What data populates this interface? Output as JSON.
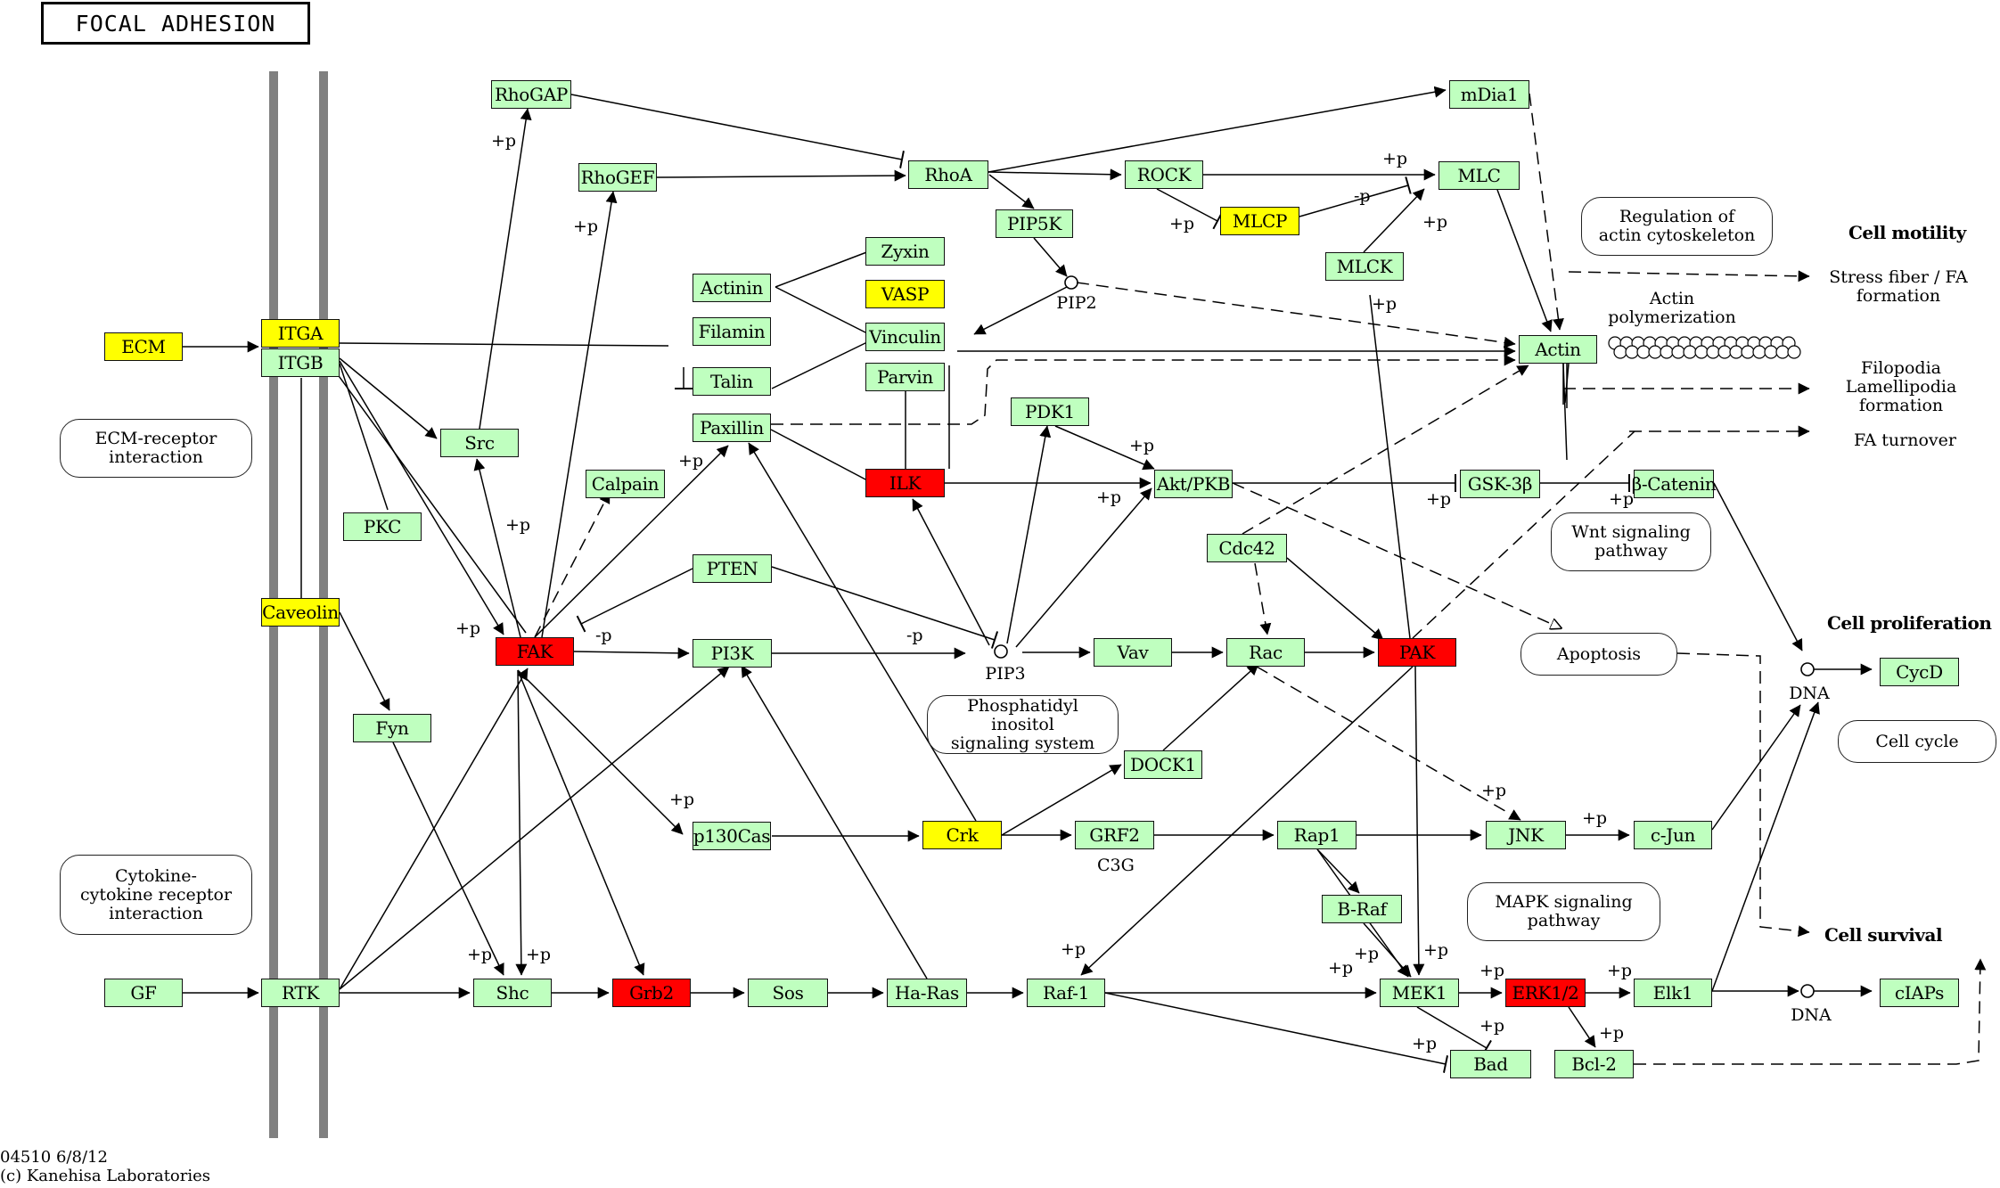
{
  "title": "FOCAL ADHESION",
  "footer": {
    "id_date": "04510 6/8/12",
    "copyright": "(c) Kanehisa Laboratories"
  },
  "colors": {
    "normal": "#bfffbf",
    "yellow": "#ffff00",
    "red": "#ff0000",
    "membrane": "#808080"
  },
  "genes": {
    "RhoGAP": {
      "text": "RhoGAP",
      "color": "green"
    },
    "RhoGEF": {
      "text": "RhoGEF",
      "color": "green"
    },
    "RhoA": {
      "text": "RhoA",
      "color": "green"
    },
    "ROCK": {
      "text": "ROCK",
      "color": "green"
    },
    "mDia1": {
      "text": "mDia1",
      "color": "green"
    },
    "MLC": {
      "text": "MLC",
      "color": "green"
    },
    "MLCP": {
      "text": "MLCP",
      "color": "yellow"
    },
    "MLCK": {
      "text": "MLCK",
      "color": "green"
    },
    "PIP5K": {
      "text": "PIP5K",
      "color": "green"
    },
    "Zyxin": {
      "text": "Zyxin",
      "color": "green"
    },
    "VASP": {
      "text": "VASP",
      "color": "yellow"
    },
    "Actinin": {
      "text": "Actinin",
      "color": "green"
    },
    "Filamin": {
      "text": "Filamin",
      "color": "green"
    },
    "Vinculin": {
      "text": "Vinculin",
      "color": "green"
    },
    "Talin": {
      "text": "Talin",
      "color": "green"
    },
    "Parvin": {
      "text": "Parvin",
      "color": "green"
    },
    "Paxillin": {
      "text": "Paxillin",
      "color": "green"
    },
    "ECM": {
      "text": "ECM",
      "color": "yellow"
    },
    "ITGA": {
      "text": "ITGA",
      "color": "yellow"
    },
    "ITGB": {
      "text": "ITGB",
      "color": "green"
    },
    "Src": {
      "text": "Src",
      "color": "green"
    },
    "Calpain": {
      "text": "Calpain",
      "color": "green"
    },
    "PKC": {
      "text": "PKC",
      "color": "green"
    },
    "ILK": {
      "text": "ILK",
      "color": "red"
    },
    "PDK1": {
      "text": "PDK1",
      "color": "green"
    },
    "AktPKB": {
      "text": "Akt/PKB",
      "color": "green"
    },
    "GSK3b": {
      "text": "GSK-3β",
      "color": "green"
    },
    "bCatenin": {
      "text": "β-Catenin",
      "color": "green"
    },
    "Actin": {
      "text": "Actin",
      "color": "green"
    },
    "Caveolin": {
      "text": "Caveolin",
      "color": "yellow"
    },
    "PTEN": {
      "text": "PTEN",
      "color": "green"
    },
    "FAK": {
      "text": "FAK",
      "color": "red"
    },
    "PI3K": {
      "text": "PI3K",
      "color": "green"
    },
    "Vav": {
      "text": "Vav",
      "color": "green"
    },
    "Rac": {
      "text": "Rac",
      "color": "green"
    },
    "PAK": {
      "text": "PAK",
      "color": "red"
    },
    "Cdc42": {
      "text": "Cdc42",
      "color": "green"
    },
    "Fyn": {
      "text": "Fyn",
      "color": "green"
    },
    "DOCK1": {
      "text": "DOCK1",
      "color": "green"
    },
    "p130Cas": {
      "text": "p130Cas",
      "color": "green"
    },
    "Crk": {
      "text": "Crk",
      "color": "yellow"
    },
    "GRF2": {
      "text": "GRF2",
      "color": "green"
    },
    "Rap1": {
      "text": "Rap1",
      "color": "green"
    },
    "JNK": {
      "text": "JNK",
      "color": "green"
    },
    "cJun": {
      "text": "c-Jun",
      "color": "green"
    },
    "CycD": {
      "text": "CycD",
      "color": "green"
    },
    "BRaf": {
      "text": "B-Raf",
      "color": "green"
    },
    "GF": {
      "text": "GF",
      "color": "green"
    },
    "RTK": {
      "text": "RTK",
      "color": "green"
    },
    "Shc": {
      "text": "Shc",
      "color": "green"
    },
    "Grb2": {
      "text": "Grb2",
      "color": "red"
    },
    "Sos": {
      "text": "Sos",
      "color": "green"
    },
    "HaRas": {
      "text": "Ha-Ras",
      "color": "green"
    },
    "Raf1": {
      "text": "Raf-1",
      "color": "green"
    },
    "MEK1": {
      "text": "MEK1",
      "color": "green"
    },
    "ERK12": {
      "text": "ERK1/2",
      "color": "red"
    },
    "Elk1": {
      "text": "Elk1",
      "color": "green"
    },
    "cIAPs": {
      "text": "cIAPs",
      "color": "green"
    },
    "Bad": {
      "text": "Bad",
      "color": "green"
    },
    "Bcl2": {
      "text": "Bcl-2",
      "color": "green"
    }
  },
  "maps": {
    "ecm_receptor": "ECM-receptor\ninteraction",
    "cytokine": "Cytokine-\ncytokine receptor\ninteraction",
    "regulation_actin": "Regulation of\nactin cytoskeleton",
    "wnt": "Wnt signaling\npathway",
    "apoptosis": "Apoptosis",
    "phosphatidyl": "Phosphatidyl inositol\nsignaling system",
    "mapk": "MAPK signaling\npathway",
    "cell_cycle": "Cell cycle"
  },
  "compounds": {
    "PIP2": "PIP2",
    "PIP3": "PIP3",
    "DNA1": "DNA",
    "DNA2": "DNA"
  },
  "labels": {
    "actin_polymerization": "Actin\npolymerization",
    "stress_fiber": "Stress fiber / FA\nformation",
    "filopodia": "Filopodia\nLamellipodia\nformation",
    "fa_turnover": "FA turnover",
    "c3g": "C3G"
  },
  "outcomes": {
    "cell_motility": "Cell motility",
    "cell_proliferation": "Cell proliferation",
    "cell_survival": "Cell survival"
  },
  "ptm": {
    "plus_p": "+p",
    "minus_p": "-p"
  }
}
